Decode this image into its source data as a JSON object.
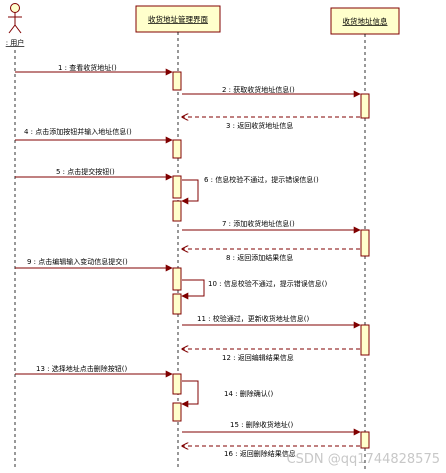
{
  "actor": {
    "label": ": 用户"
  },
  "lifelines": {
    "ui": "收货地址管理界面",
    "info": "收货地址信息"
  },
  "messages": [
    {
      "text": "1 : 查看收货地址()"
    },
    {
      "text": "2 : 获取收货地址信息()"
    },
    {
      "text": "3 : 返回收货地址信息"
    },
    {
      "text": "4 : 点击添加按钮并输入地址信息()"
    },
    {
      "text": "5 : 点击提交按钮()"
    },
    {
      "text": "6 : 信息校验不通过，提示错误信息()"
    },
    {
      "text": "7 : 添加收货地址信息()"
    },
    {
      "text": "8 : 返回添加结果信息"
    },
    {
      "text": "9 : 点击编辑输入变动信息提交()"
    },
    {
      "text": "10 : 信息校验不通过，提示错误信息()"
    },
    {
      "text": "11 : 校验通过，更新收货地址信息()"
    },
    {
      "text": "12 : 返回编辑结果信息"
    },
    {
      "text": "13 : 选择地址点击删除按钮()"
    },
    {
      "text": "14 : 删除确认()"
    },
    {
      "text": "15 : 删除收货地址()"
    },
    {
      "text": "16 : 返回删除结果信息"
    }
  ],
  "watermark": "CSDN @qq1744828575",
  "colors": {
    "activation_fill": "#ffffcc",
    "activation_stroke": "#800000",
    "header_fill": "#ffffcc",
    "arrow": "#800000",
    "lifeline": "#000000"
  }
}
